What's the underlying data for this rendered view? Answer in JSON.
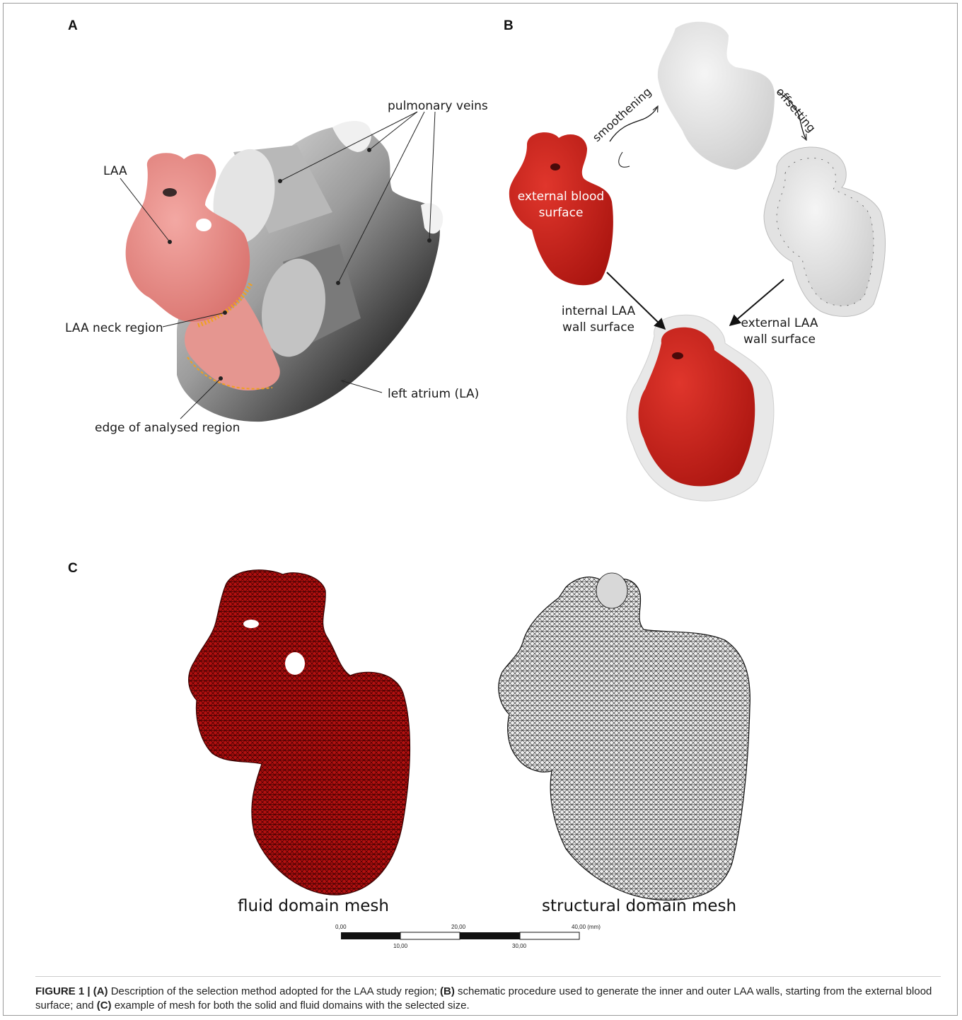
{
  "panels": {
    "a": "A",
    "b": "B",
    "c": "C"
  },
  "panel_a": {
    "pulmonary_veins": "pulmonary veins",
    "laa": "LAA",
    "laa_neck_region": "LAA neck region",
    "left_atrium": "left atrium (LA)",
    "edge_region": "edge of analysed region"
  },
  "panel_b": {
    "smoothening": "smoothening",
    "offsetting": "offsetting",
    "external_blood_1": "external blood",
    "external_blood_2": "surface",
    "internal_wall_1": "internal LAA",
    "internal_wall_2": "wall surface",
    "external_wall_1": "external LAA",
    "external_wall_2": "wall surface"
  },
  "panel_c": {
    "fluid_mesh": "fluid domain mesh",
    "structural_mesh": "structural domain mesh",
    "scale_bar": {
      "top_ticks": [
        "0,00",
        "20,00",
        "40,00 (mm)"
      ],
      "bottom_ticks": [
        "10,00",
        "30,00"
      ]
    }
  },
  "caption": {
    "figure_label": "FIGURE 1 |",
    "a_tag": "(A)",
    "a_text": " Description of the selection method adopted for the LAA study region; ",
    "b_tag": "(B)",
    "b_text": " schematic procedure used to generate the inner and outer LAA walls, starting from the external blood surface; and ",
    "c_tag": "(C)",
    "c_text": " example of mesh for both the solid and fluid domains with the selected size."
  },
  "colors": {
    "laa_pink": "#ea8c88",
    "blood_red": "#c8231c",
    "mesh_red": "#a80e0e",
    "atrium_gray": "#8f8f8f",
    "vein_cap": "#d6d6d6",
    "neck_orange": "#f0a020"
  }
}
